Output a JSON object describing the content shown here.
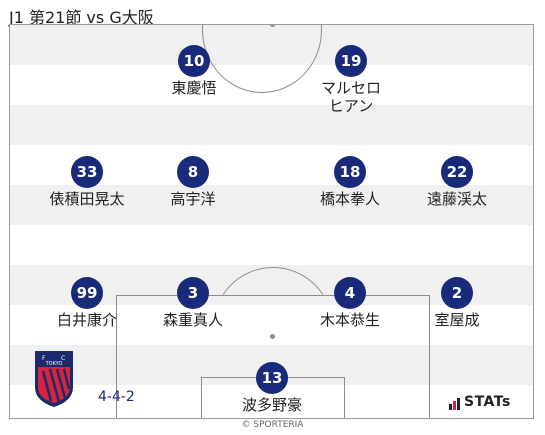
{
  "header": {
    "title": "J1 第21節 vs G大阪"
  },
  "team": {
    "formation": "4-4-2",
    "logo_text": "TOKYO",
    "logo_letters": [
      "F",
      "C"
    ]
  },
  "players": [
    {
      "number": "10",
      "name": "東慶悟"
    },
    {
      "number": "19",
      "name": "マルセロ\nヒアン"
    },
    {
      "number": "33",
      "name": "俵積田晃太"
    },
    {
      "number": "8",
      "name": "高宇洋"
    },
    {
      "number": "18",
      "name": "橋本拳人"
    },
    {
      "number": "22",
      "name": "遠藤渓太"
    },
    {
      "number": "99",
      "name": "白井康介"
    },
    {
      "number": "3",
      "name": "森重真人"
    },
    {
      "number": "4",
      "name": "木本恭生"
    },
    {
      "number": "2",
      "name": "室屋成"
    },
    {
      "number": "13",
      "name": "波多野豪"
    }
  ],
  "branding": {
    "stats": "STATs",
    "copyright": "© SPORTERIA"
  },
  "colors": {
    "player_badge": "#1a2a7a",
    "logo_blue": "#1a2a6c",
    "logo_red": "#d6243a"
  }
}
